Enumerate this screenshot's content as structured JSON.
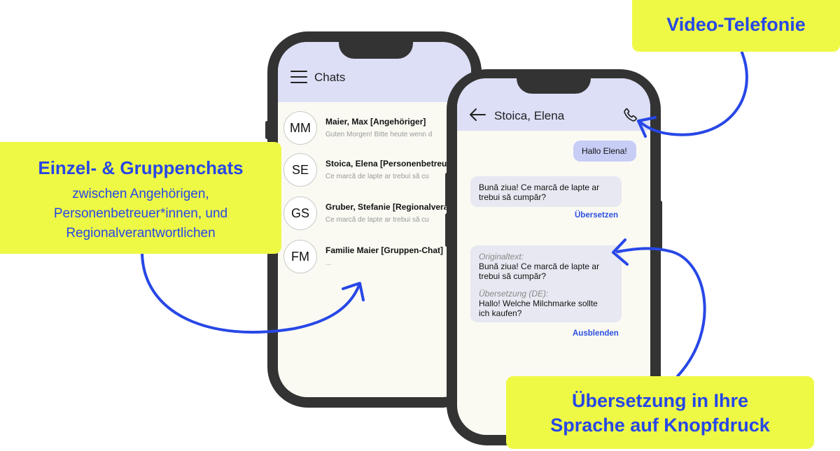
{
  "chat_list": {
    "title": "Chats",
    "items": [
      {
        "initials": "MM",
        "name": "Maier, Max [Angehöriger]",
        "preview": "Guten Morgen! Bitte heute wenn d"
      },
      {
        "initials": "SE",
        "name": "Stoica, Elena [Personenbetreuer",
        "preview": "Ce marcă de lapte ar trebui să cu"
      },
      {
        "initials": "GS",
        "name": "Gruber, Stefanie [Regionalveran",
        "preview": "Ce marcă de lapte ar trebui să cu"
      },
      {
        "initials": "FM",
        "name": "Familie Maier [Gruppen-Chat]",
        "preview": "..."
      }
    ]
  },
  "conversation": {
    "contact": "Stoica, Elena",
    "sent_message": "Hallo Elena!",
    "received_message_line1": "Bună ziua! Ce marcă de lapte ar",
    "received_message_line2": "trebui să cumpăr?",
    "translate_label": "Übersetzen",
    "original_label": "Originaltext:",
    "original_line1": "Bună ziua! Ce marcă de lapte ar",
    "original_line2": "trebui să cumpăr?",
    "translation_label": "Übersetzung (DE):",
    "translation_line1": "Hallo! Welche Milchmarke sollte",
    "translation_line2": "ich kaufen?",
    "hide_label": "Ausblenden"
  },
  "callouts": {
    "video": {
      "title": "Video-Telefonie"
    },
    "chats": {
      "title": "Einzel- & Gruppenchats",
      "line1": "zwischen Angehörigen,",
      "line2": "Personenbetreuer*innen, und",
      "line3": "Regionalverantwortlichen"
    },
    "translation": {
      "line1": "Übersetzung in Ihre",
      "line2": "Sprache auf Knopfdruck"
    }
  },
  "colors": {
    "callout_bg": "#eef945",
    "accent_blue": "#2747e6",
    "header_bg": "#dcdff6",
    "phone_frame": "#333333"
  },
  "icons": [
    "hamburger-icon",
    "back-arrow-icon",
    "phone-call-icon"
  ]
}
